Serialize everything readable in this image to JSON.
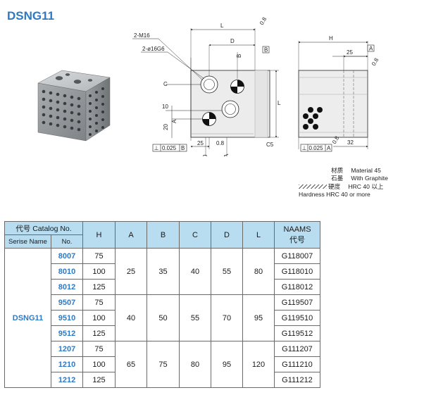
{
  "title": "DSNG11",
  "drawing": {
    "labels": {
      "m16": "2-M16",
      "phi": "2-ø16G6",
      "c": "C",
      "ten": "10",
      "twenty": "20",
      "zero_v": "0",
      "a_v": "A",
      "b_v": "B",
      "d": "D",
      "l_top": "L",
      "l_right": "L",
      "h": "H",
      "w25": "25",
      "w25r": "25",
      "w32": "32",
      "rough1": "0.8",
      "rough2": "0.8",
      "rough3": "0.8",
      "rough4": "0.8",
      "c5": "C5",
      "tol_left": "0.025",
      "tol_left_ref": "B",
      "tol_right": "0.025",
      "tol_right_ref": "A",
      "ref_b": "B",
      "ref_a": "A"
    }
  },
  "notes": {
    "material_zh": "材质",
    "material_en": "Material 45",
    "graphite_zh": "石墨",
    "graphite_en": "With Graphite",
    "hardness_zh": "硬度",
    "hardness_en": "HRC 40 以上",
    "hardness_en2": "Hardness HRC 40 or more"
  },
  "table": {
    "catalog_label": "代号 Catalog No.",
    "series_name_label": "Serise Name",
    "no_label": "No.",
    "columns": [
      "H",
      "A",
      "B",
      "C",
      "D",
      "L"
    ],
    "naams_label": "NAAMS",
    "naams_zh": "代号",
    "series": "DSNG11",
    "groups": [
      {
        "A": "25",
        "B": "35",
        "C": "40",
        "D": "55",
        "L": "80",
        "rows": [
          {
            "no": "8007",
            "H": "75",
            "naams": "G118007"
          },
          {
            "no": "8010",
            "H": "100",
            "naams": "G118010"
          },
          {
            "no": "8012",
            "H": "125",
            "naams": "G118012"
          }
        ]
      },
      {
        "A": "40",
        "B": "50",
        "C": "55",
        "D": "70",
        "L": "95",
        "rows": [
          {
            "no": "9507",
            "H": "75",
            "naams": "G119507"
          },
          {
            "no": "9510",
            "H": "100",
            "naams": "G119510"
          },
          {
            "no": "9512",
            "H": "125",
            "naams": "G119512"
          }
        ]
      },
      {
        "A": "65",
        "B": "75",
        "C": "80",
        "D": "95",
        "L": "120",
        "rows": [
          {
            "no": "1207",
            "H": "75",
            "naams": "G111207"
          },
          {
            "no": "1210",
            "H": "100",
            "naams": "G111210"
          },
          {
            "no": "1212",
            "H": "125",
            "naams": "G111212"
          }
        ]
      }
    ]
  }
}
